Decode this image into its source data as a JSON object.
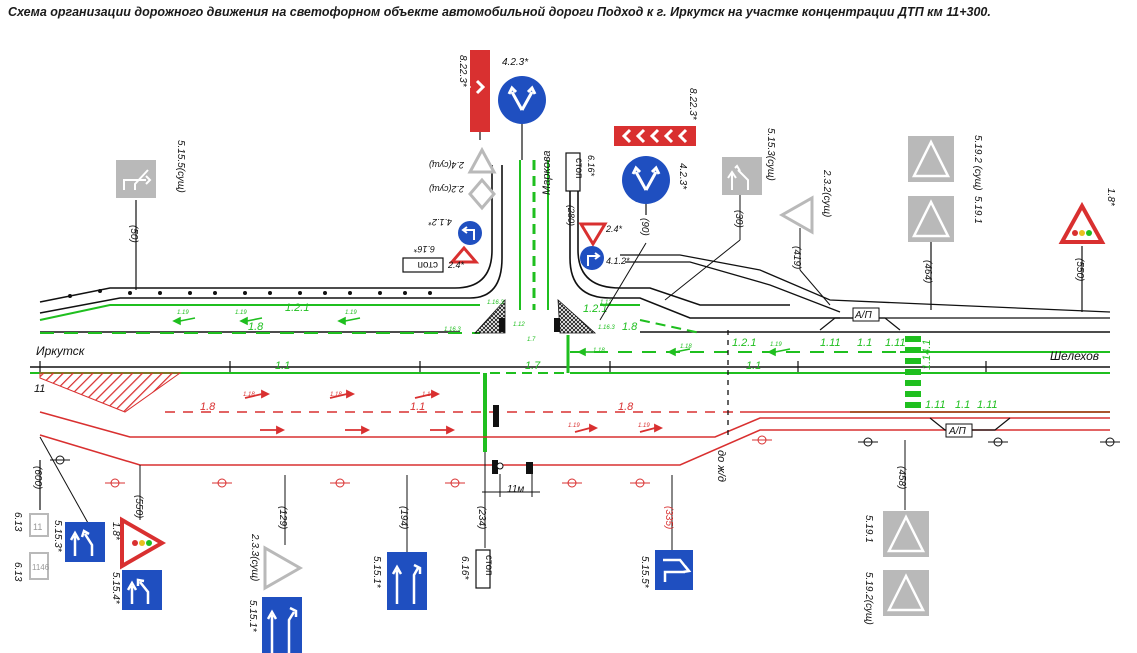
{
  "title": "Схема организации дорожного движения на светофорном объекте автомобильной дороги Подход к г. Иркутск на участке концентрации ДТП км 11+300.",
  "places": {
    "left_city": "Иркутск",
    "right_city": "Шелехов",
    "side_street": "Маркова",
    "km_mark": "11",
    "rail_crossing": "до ж/д",
    "distance_11m": "11м"
  },
  "colors": {
    "green": "#1fbf1f",
    "red": "#d93030",
    "sign_blue": "#1f4fc0",
    "sign_gray": "#b9b9b9",
    "road_black": "#111111"
  },
  "top_signs": [
    {
      "code": "5.15.5(сущ)",
      "dist": "(50)"
    },
    {
      "code": "8.22.3*"
    },
    {
      "code": "4.2.3*"
    },
    {
      "code": "2.4(сущ)"
    },
    {
      "code": "2.2(сущ)"
    },
    {
      "code": "4.1.2*"
    },
    {
      "code": "6.16*",
      "label": "стоп"
    },
    {
      "code": "2.4*"
    },
    {
      "code": "6.16*",
      "label": "стоп",
      "dist": "(280)"
    },
    {
      "code": "8.22.3*"
    },
    {
      "code": "4.2.3*",
      "dist": "(90)"
    },
    {
      "code": "2.4*"
    },
    {
      "code": "4.1.2*"
    },
    {
      "code": "5.15.3(сущ)",
      "dist": "(30)"
    },
    {
      "code": "2.3.2(сущ)",
      "dist": "(419)"
    },
    {
      "code": "5.19.1",
      "code2": "5.19.2 (сущ)",
      "dist": "(464)"
    },
    {
      "code": "1.8*",
      "dist": "(550)"
    }
  ],
  "bottom_signs": [
    {
      "code": "6.13",
      "dist": "(600)"
    },
    {
      "code": "6.13",
      "plate1": "11",
      "plate2": "1146"
    },
    {
      "code": "5.15.3*"
    },
    {
      "code": "1.8*",
      "dist": "(550)"
    },
    {
      "code": "5.15.4*"
    },
    {
      "code": "2.3.3(сущ)",
      "dist": "(129)"
    },
    {
      "code": "5.15.1*"
    },
    {
      "code": "5.15.1*",
      "dist": "(194)"
    },
    {
      "code": "6.16*",
      "label": "стоп",
      "dist": "(234)"
    },
    {
      "code": "5.15.5*",
      "dist": "(335)"
    },
    {
      "code": "5.19.1",
      "dist": "(458)"
    },
    {
      "code": "5.19.2(сущ)"
    }
  ],
  "markings": {
    "m1_1": "1.1",
    "m1_2_1": "1.2.1",
    "m1_7": "1.7",
    "m1_8": "1.8",
    "m1_11": "1.11",
    "m1_14_1": "1.14.1",
    "m1_18": "1.18",
    "m1_19": "1.19",
    "m1_12": "1.12",
    "m1_16_3": "1.16.3",
    "ap": "А/П"
  }
}
